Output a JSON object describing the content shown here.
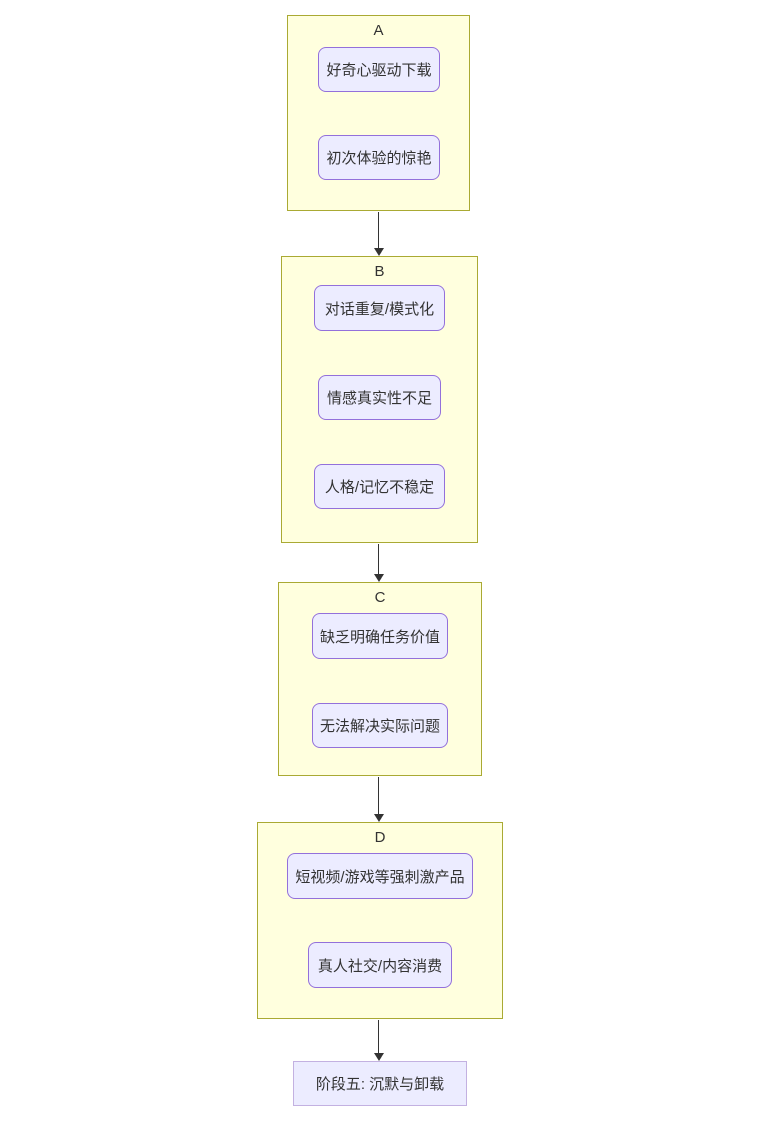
{
  "diagram": {
    "type": "flowchart",
    "direction": "top-down",
    "colors": {
      "cluster_fill": "#ffffde",
      "cluster_border": "#aaaa33",
      "node_fill": "#ECECFF",
      "node_border": "#9370DB",
      "terminal_node_border": "#c3b1e1",
      "edge": "#333333",
      "text": "#333333"
    },
    "clusters": [
      {
        "title": "A",
        "nodes": [
          "好奇心驱动下载",
          "初次体验的惊艳"
        ]
      },
      {
        "title": "B",
        "nodes": [
          "对话重复/模式化",
          "情感真实性不足",
          "人格/记忆不稳定"
        ]
      },
      {
        "title": "C",
        "nodes": [
          "缺乏明确任务价值",
          "无法解决实际问题"
        ]
      },
      {
        "title": "D",
        "nodes": [
          "短视频/游戏等强刺激产品",
          "真人社交/内容消费"
        ]
      }
    ],
    "terminal_node": "阶段五: 沉默与卸载",
    "edges": [
      {
        "from": "A",
        "to": "B"
      },
      {
        "from": "B",
        "to": "C"
      },
      {
        "from": "C",
        "to": "D"
      },
      {
        "from": "D",
        "to": "阶段五: 沉默与卸载"
      }
    ]
  }
}
